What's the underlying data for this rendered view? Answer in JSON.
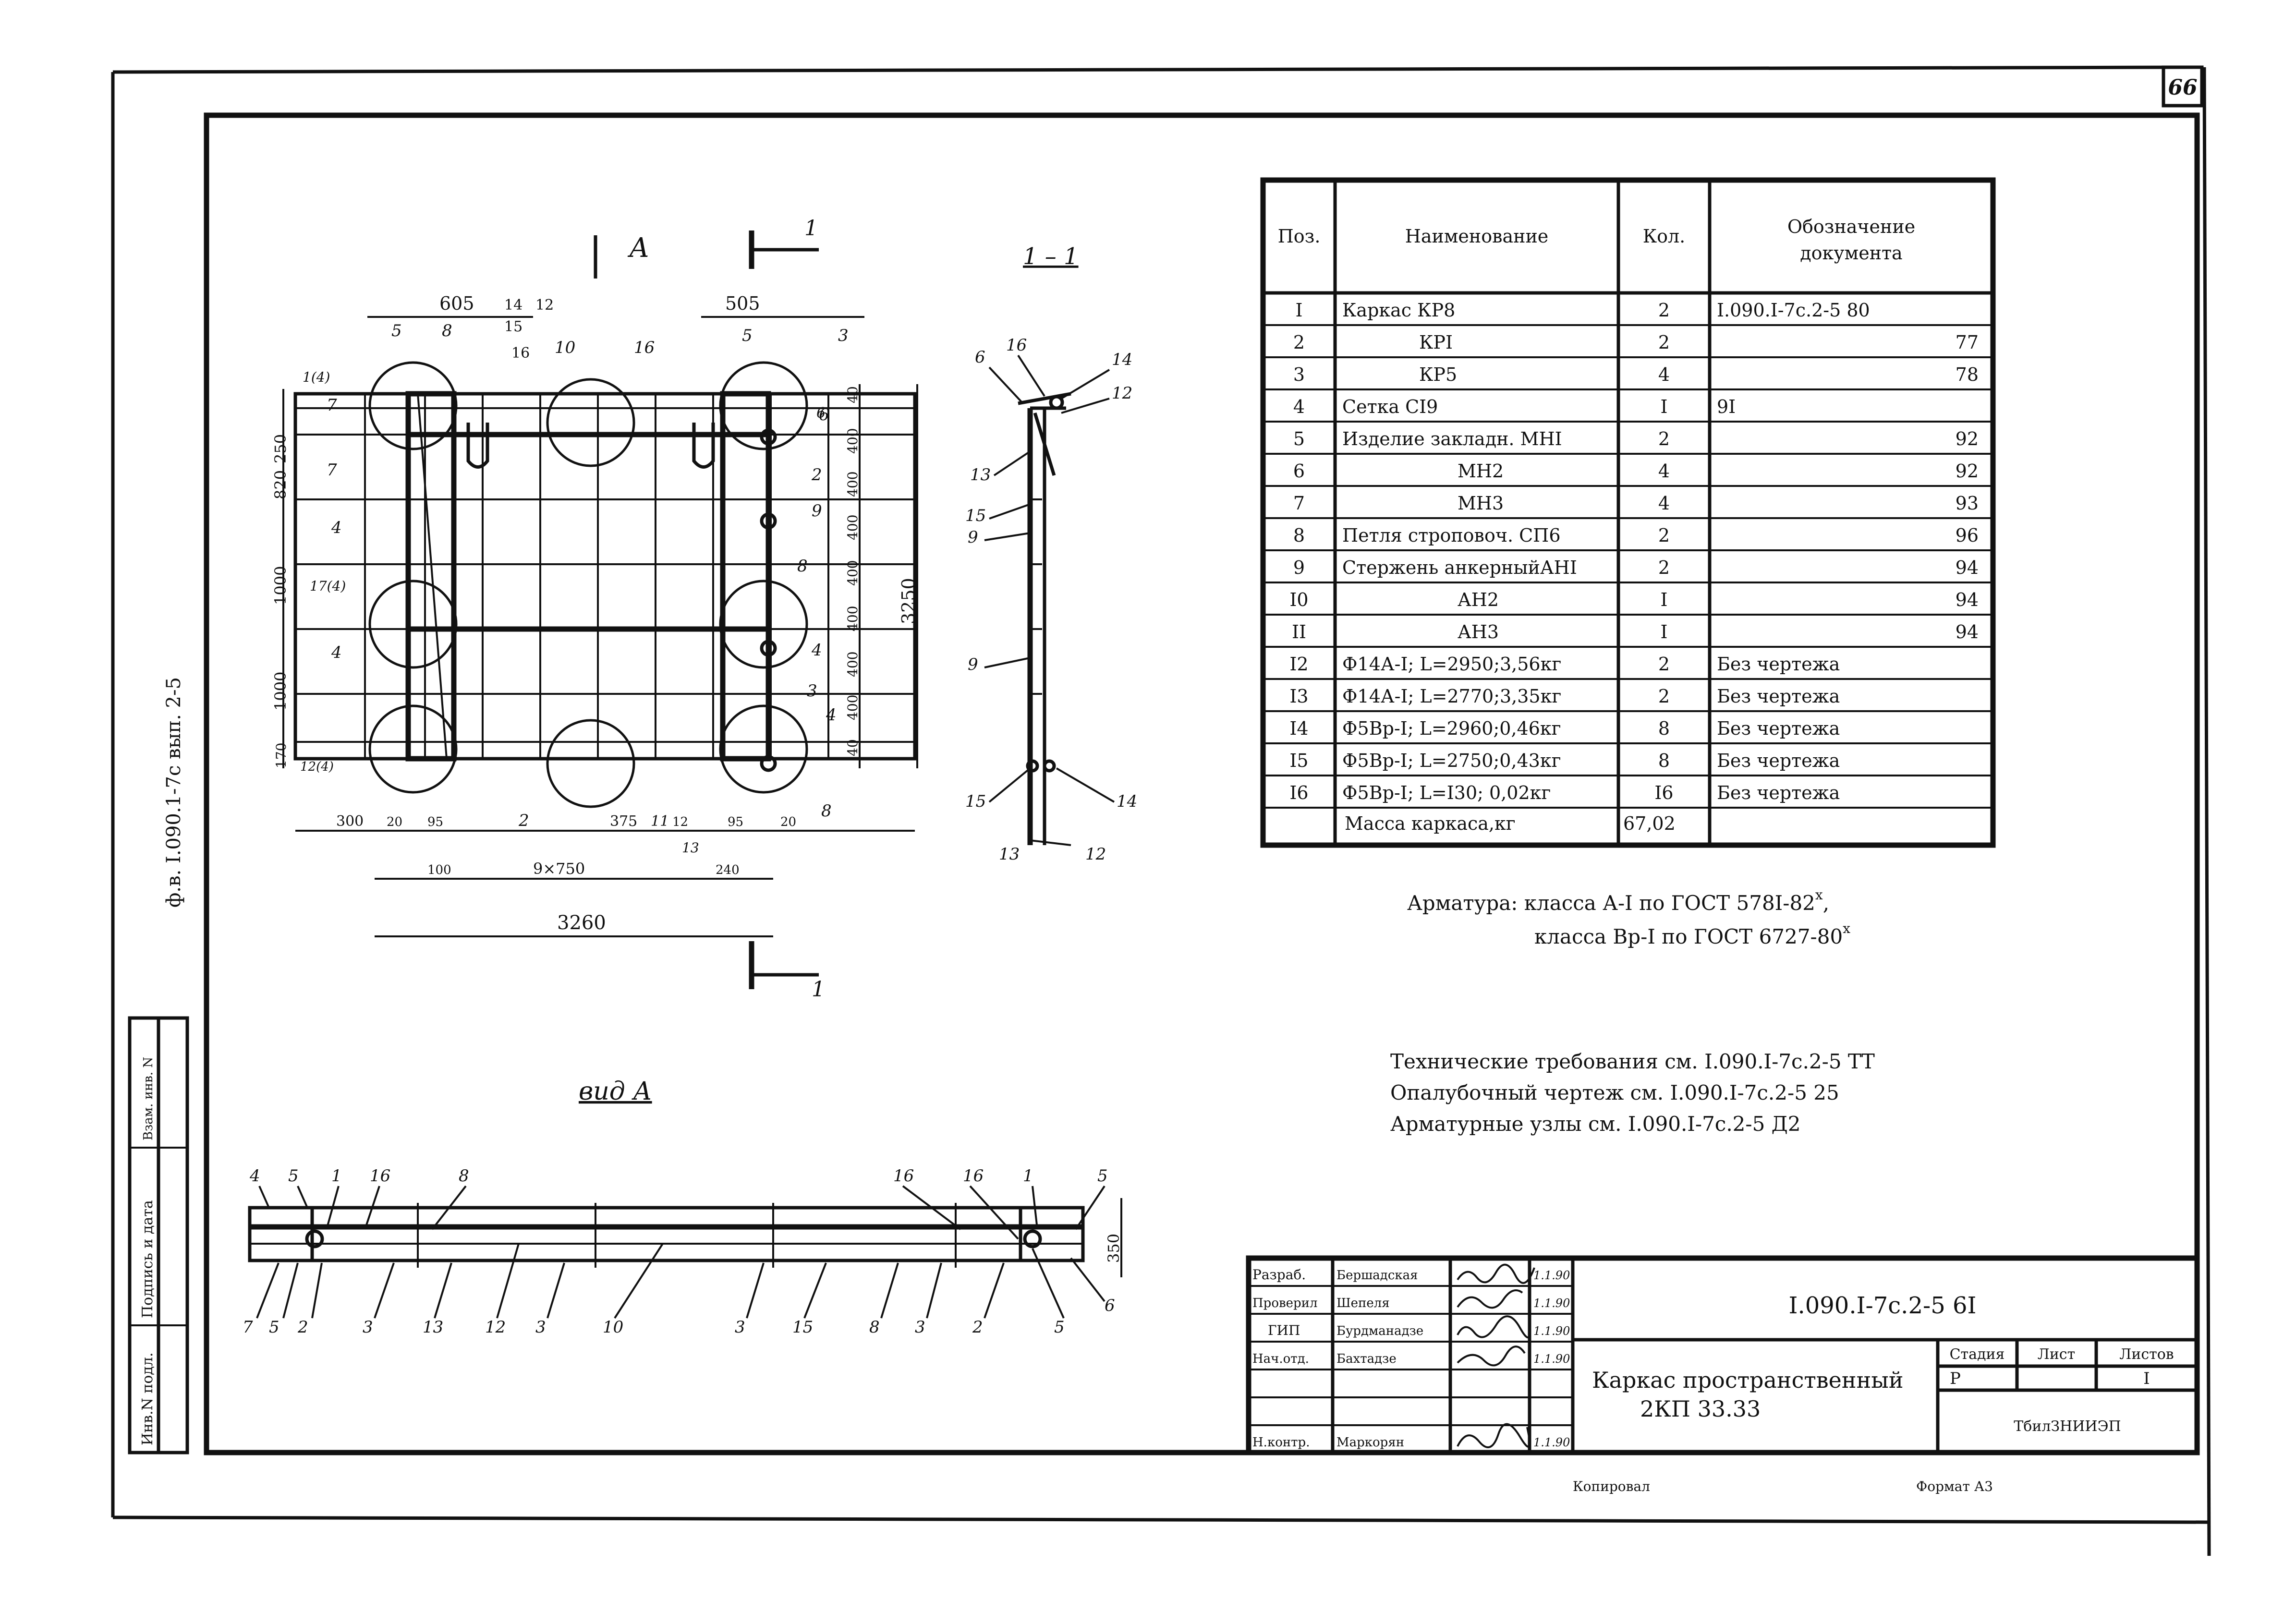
{
  "sheet_number": "66",
  "side_stamp": "ф.в. I.090.1-7с вып. 2-5",
  "left_strip": [
    "Инв.N подл.",
    "Подпись и дата",
    "Взам. инв. N"
  ],
  "plan": {
    "section_marker": "А",
    "cut_marker": "1",
    "dims_top": [
      "605",
      "14",
      "15",
      "12",
      "16",
      "505"
    ],
    "dims_left": [
      "250",
      "820",
      "1000",
      "1000",
      "170"
    ],
    "dims_right": [
      "40",
      "400",
      "400",
      "400",
      "400",
      "400",
      "400",
      "400",
      "40"
    ],
    "dim_overall_height": "3250",
    "dims_bottom": [
      "300",
      "20",
      "95",
      "375",
      "12",
      "95",
      "20"
    ],
    "dims_bottom2": [
      "100",
      "9×750",
      "240"
    ],
    "dim_overall_width": "3260",
    "callouts": [
      "1(4)",
      "5",
      "8",
      "10",
      "16",
      "5",
      "3",
      "7",
      "6",
      "2",
      "7",
      "4",
      "9",
      "17(4)",
      "8",
      "4",
      "4",
      "12(4)",
      "2",
      "11",
      "13",
      "3",
      "4",
      "6",
      "8"
    ]
  },
  "section_1_1": {
    "title": "1 – 1",
    "callouts": [
      "6",
      "16",
      "14",
      "12",
      "13",
      "15",
      "9",
      "9",
      "15",
      "14",
      "13",
      "12"
    ]
  },
  "view_a": {
    "title": "вид А",
    "dim_height": "350",
    "callouts_top": [
      "4",
      "5",
      "1",
      "16",
      "8",
      "16",
      "16",
      "1",
      "5"
    ],
    "callouts_bottom": [
      "7",
      "5",
      "2",
      "3",
      "13",
      "12",
      "3",
      "10",
      "3",
      "15",
      "8",
      "3",
      "2",
      "5",
      "6"
    ]
  },
  "spec_table": {
    "headers": [
      "Поз.",
      "Наименование",
      "Кол.",
      "Обозначение документа"
    ],
    "rows": [
      [
        "I",
        "Каркас КР8",
        "2",
        "I.090.I-7с.2-5 80"
      ],
      [
        "2",
        "КРI",
        "2",
        "77"
      ],
      [
        "3",
        "КР5",
        "4",
        "78"
      ],
      [
        "4",
        "Сетка СI9",
        "I",
        "9I"
      ],
      [
        "5",
        "Изделие закладн. МНI",
        "2",
        "92"
      ],
      [
        "6",
        "МН2",
        "4",
        "92"
      ],
      [
        "7",
        "МН3",
        "4",
        "93"
      ],
      [
        "8",
        "Петля строповоч. СП6",
        "2",
        "96"
      ],
      [
        "9",
        "Стержень анкерныйАНI",
        "2",
        "94"
      ],
      [
        "I0",
        "АН2",
        "I",
        "94"
      ],
      [
        "II",
        "АН3",
        "I",
        "94"
      ],
      [
        "I2",
        "Ф14А-I; L=2950;3,56кг",
        "2",
        "Без чертежа"
      ],
      [
        "I3",
        "Ф14А-I; L=2770;3,35кг",
        "2",
        "Без чертежа"
      ],
      [
        "I4",
        "Ф5Вр-I; L=2960;0,46кг",
        "8",
        "Без чертежа"
      ],
      [
        "I5",
        "Ф5Вр-I; L=2750;0,43кг",
        "8",
        "Без чертежа"
      ],
      [
        "I6",
        "Ф5Вр-I; L=I30; 0,02кг",
        "I6",
        "Без чертежа"
      ]
    ],
    "mass_label": "Масса каркаса,кг",
    "mass_value": "67,02"
  },
  "notes": {
    "reinforcement_line1": "Арматура: класса А-I по ГОСТ 578I-82",
    "reinforcement_line2": "класса Вр-I по ГОСТ 6727-80",
    "superscript": "х",
    "refs": [
      "Технические требования см. I.090.I-7с.2-5 ТТ",
      "Опалубочный чертеж см. I.090.I-7с.2-5 25",
      "Арматурные узлы см. I.090.I-7с.2-5 Д2"
    ]
  },
  "title_block": {
    "roles": [
      "Разраб.",
      "Проверил",
      "ГИП",
      "Нач.отд.",
      "",
      "",
      "Н.контр."
    ],
    "names": [
      "Бершадская",
      "Шепеля",
      "Бурдманадзе",
      "Бахтадзе",
      "",
      "",
      "Маркорян"
    ],
    "dates": [
      "1.1.90",
      "1.1.90",
      "1.1.90",
      "1.1.90",
      "",
      "",
      "1.1.90"
    ],
    "designation": "I.090.I-7с.2-5 6I",
    "title_line1": "Каркас пространственный",
    "title_line2": "2КП 33.33",
    "stage_label": "Стадия",
    "sheet_label": "Лист",
    "sheets_label": "Листов",
    "stage_value": "Р",
    "sheet_value": "",
    "sheets_value": "I",
    "org": "ТбилЗНИИЭП",
    "copied": "Копировал",
    "format": "Формат А3"
  }
}
